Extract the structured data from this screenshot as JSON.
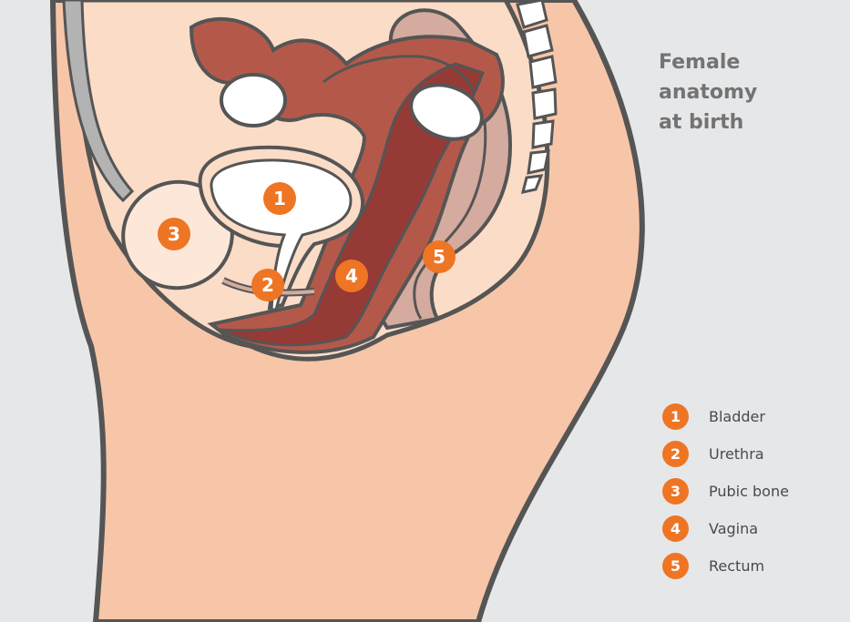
{
  "title": {
    "line1": "Female anatomy",
    "line2": "at birth"
  },
  "colors": {
    "background": "#e6e7e9",
    "skin": "#f7c6a8",
    "skin_light": "#fbdcc7",
    "outline": "#555555",
    "uterus": "#b4594a",
    "vagina_canal": "#963a36",
    "rectum": "#d4ab9e",
    "bone": "#ffffff",
    "pubic_bone": "#fde7d8",
    "badge": "#ee7523"
  },
  "markers": [
    "1",
    "2",
    "3",
    "4",
    "5"
  ],
  "legend": [
    {
      "number": "1",
      "label": "Bladder"
    },
    {
      "number": "2",
      "label": "Urethra"
    },
    {
      "number": "3",
      "label": "Pubic bone"
    },
    {
      "number": "4",
      "label": "Vagina"
    },
    {
      "number": "5",
      "label": "Rectum"
    }
  ]
}
